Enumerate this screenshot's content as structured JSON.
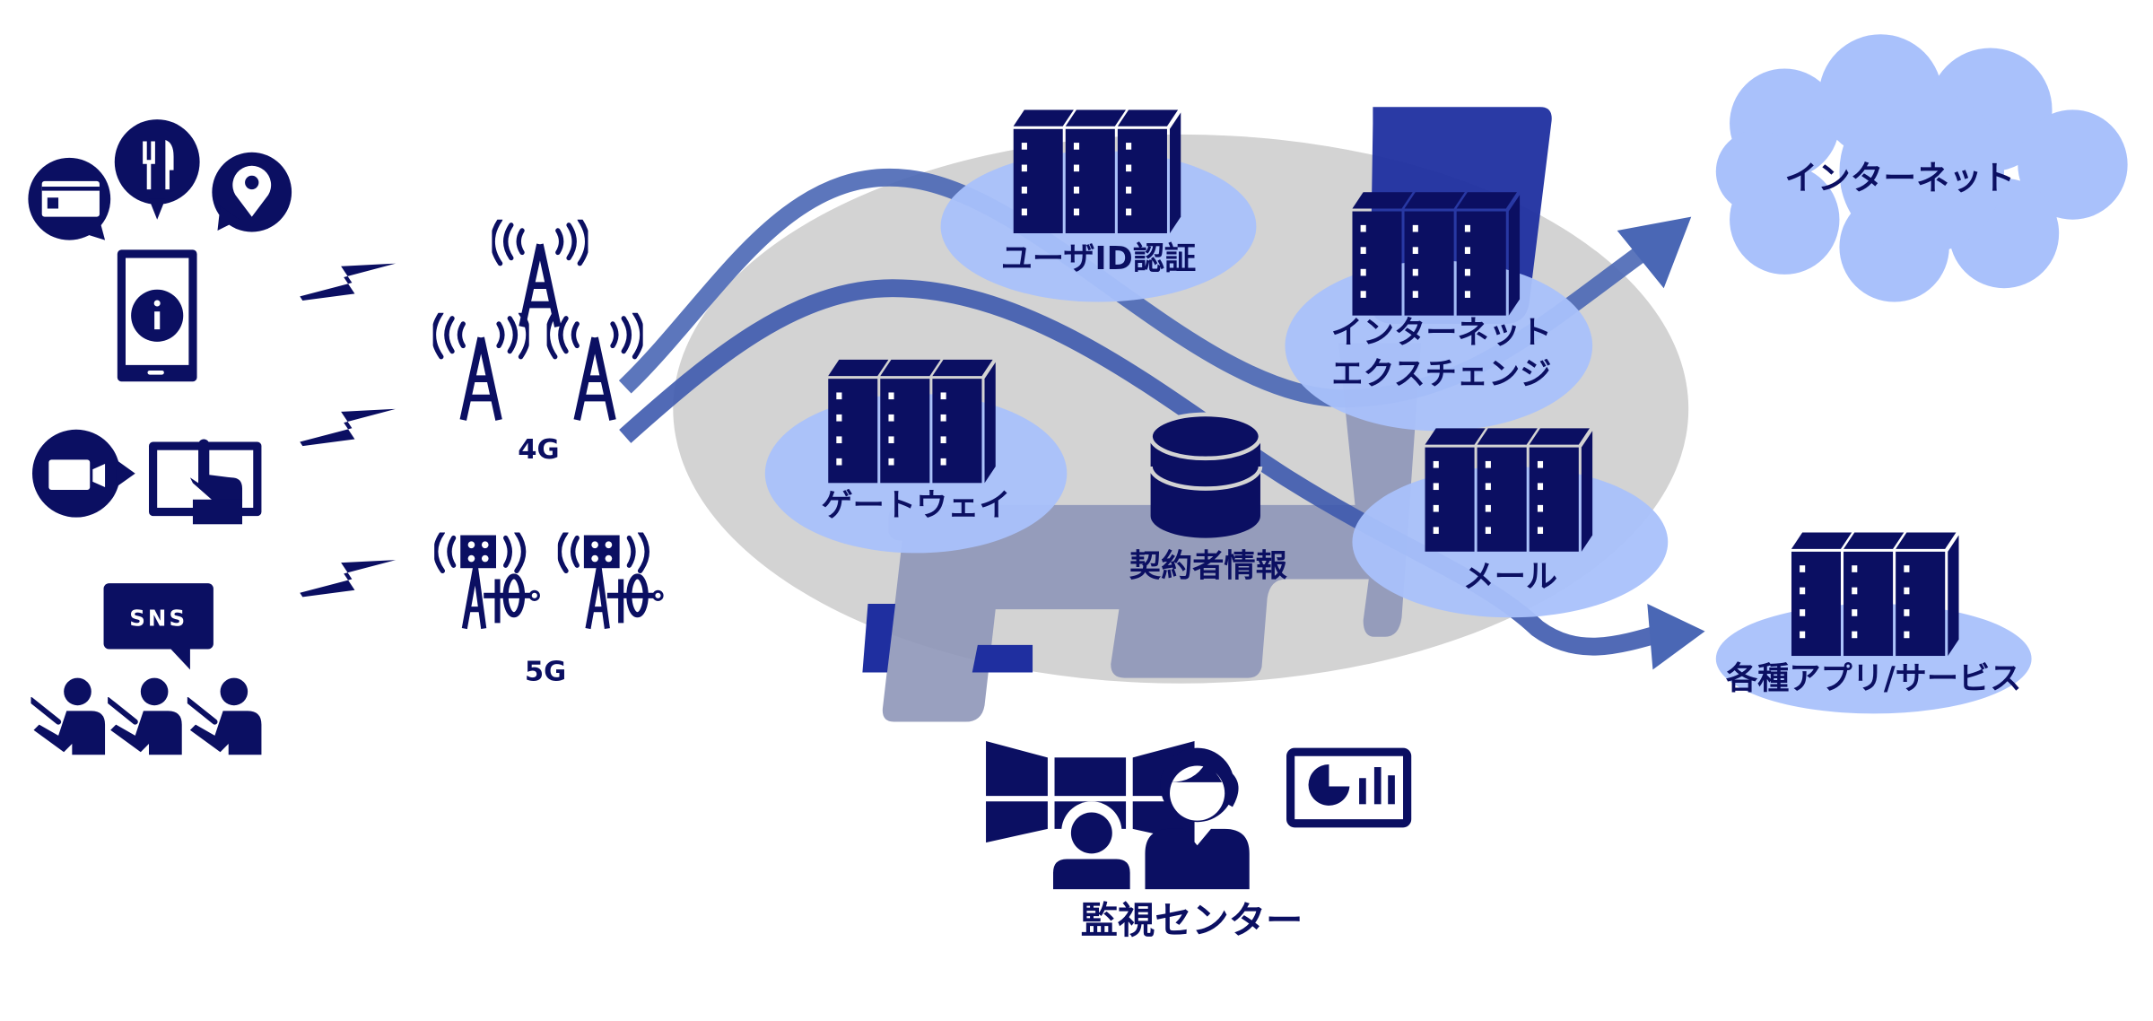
{
  "colors": {
    "navy": "#0b0f62",
    "light_blue": "#a9c1fb",
    "flow_arrow": "#4a67b5",
    "core_network": "#d3d3d3",
    "map_shape": "#8e96b8",
    "map_dark": "#1f2fa0"
  },
  "devices": {
    "sns_label": "SNS"
  },
  "radio": {
    "lte_label": "4G",
    "nr_label": "5G"
  },
  "core": {
    "user_auth": "ユーザID認証",
    "ix_line1": "インターネット",
    "ix_line2": "エクスチェンジ",
    "gateway": "ゲートウェイ",
    "subscriber_db": "契約者情報",
    "mail": "メール"
  },
  "external": {
    "internet": "インターネット",
    "services": "各種アプリ/サービス"
  },
  "monitoring": {
    "label": "監視センター"
  }
}
